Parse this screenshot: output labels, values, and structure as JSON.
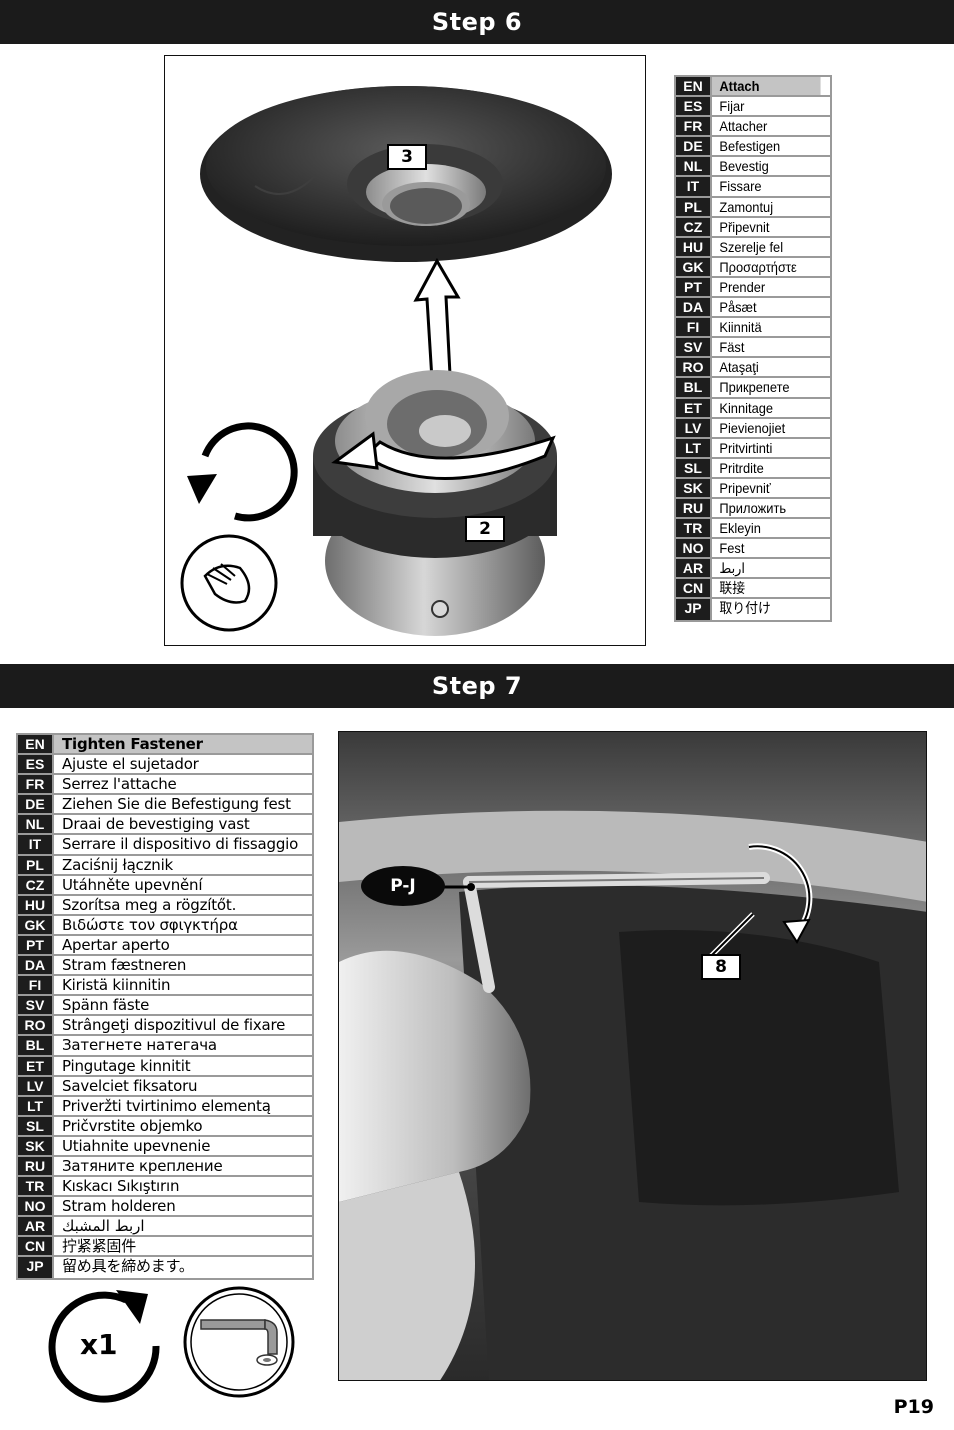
{
  "step6": {
    "title": "Step 6",
    "callouts": {
      "top": "3",
      "bottom": "2"
    },
    "languages": [
      {
        "code": "EN",
        "text": "Attach"
      },
      {
        "code": "ES",
        "text": "Fijar"
      },
      {
        "code": "FR",
        "text": "Attacher"
      },
      {
        "code": "DE",
        "text": "Befestigen"
      },
      {
        "code": "NL",
        "text": "Bevestig"
      },
      {
        "code": "IT",
        "text": "Fissare"
      },
      {
        "code": "PL",
        "text": "Zamontuj"
      },
      {
        "code": "CZ",
        "text": "Připevnit"
      },
      {
        "code": "HU",
        "text": "Szerelje fel"
      },
      {
        "code": "GK",
        "text": "Προσαρτήστε"
      },
      {
        "code": "PT",
        "text": "Prender"
      },
      {
        "code": "DA",
        "text": "Påsæt"
      },
      {
        "code": "FI",
        "text": "Kiinnitä"
      },
      {
        "code": "SV",
        "text": "Fäst"
      },
      {
        "code": "RO",
        "text": "Ataşaţi"
      },
      {
        "code": "BL",
        "text": "Прикрепете"
      },
      {
        "code": "ET",
        "text": "Kinnitage"
      },
      {
        "code": "LV",
        "text": "Pievienojiet"
      },
      {
        "code": "LT",
        "text": "Pritvirtinti"
      },
      {
        "code": "SL",
        "text": "Pritrdite"
      },
      {
        "code": "SK",
        "text": "Pripevniť"
      },
      {
        "code": "RU",
        "text": "Приложить"
      },
      {
        "code": "TR",
        "text": "Ekleyin"
      },
      {
        "code": "NO",
        "text": "Fest"
      },
      {
        "code": "AR",
        "text": "اربط"
      },
      {
        "code": "CN",
        "text": "联接"
      },
      {
        "code": "JP",
        "text": "取り付け"
      }
    ]
  },
  "step7": {
    "title": "Step 7",
    "part_label": "P-J",
    "callout": "8",
    "quantity": "x1",
    "languages": [
      {
        "code": "EN",
        "text": "Tighten Fastener"
      },
      {
        "code": "ES",
        "text": "Ajuste el sujetador"
      },
      {
        "code": "FR",
        "text": "Serrez l'attache"
      },
      {
        "code": "DE",
        "text": "Ziehen Sie die Befestigung fest"
      },
      {
        "code": "NL",
        "text": "Draai de bevestiging vast"
      },
      {
        "code": "IT",
        "text": "Serrare il dispositivo di fissaggio"
      },
      {
        "code": "PL",
        "text": "Zaciśnij łącznik"
      },
      {
        "code": "CZ",
        "text": "Utáhněte upevnění"
      },
      {
        "code": "HU",
        "text": "Szorítsa meg a rögzítőt."
      },
      {
        "code": "GK",
        "text": "Βιδώστε τον σφιγκτήρα"
      },
      {
        "code": "PT",
        "text": "Apertar aperto"
      },
      {
        "code": "DA",
        "text": "Stram fæstneren"
      },
      {
        "code": "FI",
        "text": "Kiristä kiinnitin"
      },
      {
        "code": "SV",
        "text": "Spänn fäste"
      },
      {
        "code": "RO",
        "text": "Strângeţi dispozitivul de fixare"
      },
      {
        "code": "BL",
        "text": "Затегнете натегача"
      },
      {
        "code": "ET",
        "text": "Pingutage kinnitit"
      },
      {
        "code": "LV",
        "text": "Savelciet fiksatoru"
      },
      {
        "code": "LT",
        "text": "Priveržti tvirtinimo elementą"
      },
      {
        "code": "SL",
        "text": "Pričvrstite objemko"
      },
      {
        "code": "SK",
        "text": "Utiahnite upevnenie"
      },
      {
        "code": "RU",
        "text": "Затяните крепление"
      },
      {
        "code": "TR",
        "text": "Kıskacı Sıkıştırın"
      },
      {
        "code": "NO",
        "text": "Stram holderen"
      },
      {
        "code": "AR",
        "text": "اربط المشبك"
      },
      {
        "code": "CN",
        "text": "拧紧紧固件"
      },
      {
        "code": "JP",
        "text": "留め具を締めます。"
      }
    ]
  },
  "page_number": "P19",
  "icons": {
    "step6_rotate": "rotate-counterclockwise-icon",
    "step6_hand": "hand-tighten-icon",
    "step7_rotate": "rotate-clockwise-icon",
    "step7_tool": "hex-key-icon"
  }
}
